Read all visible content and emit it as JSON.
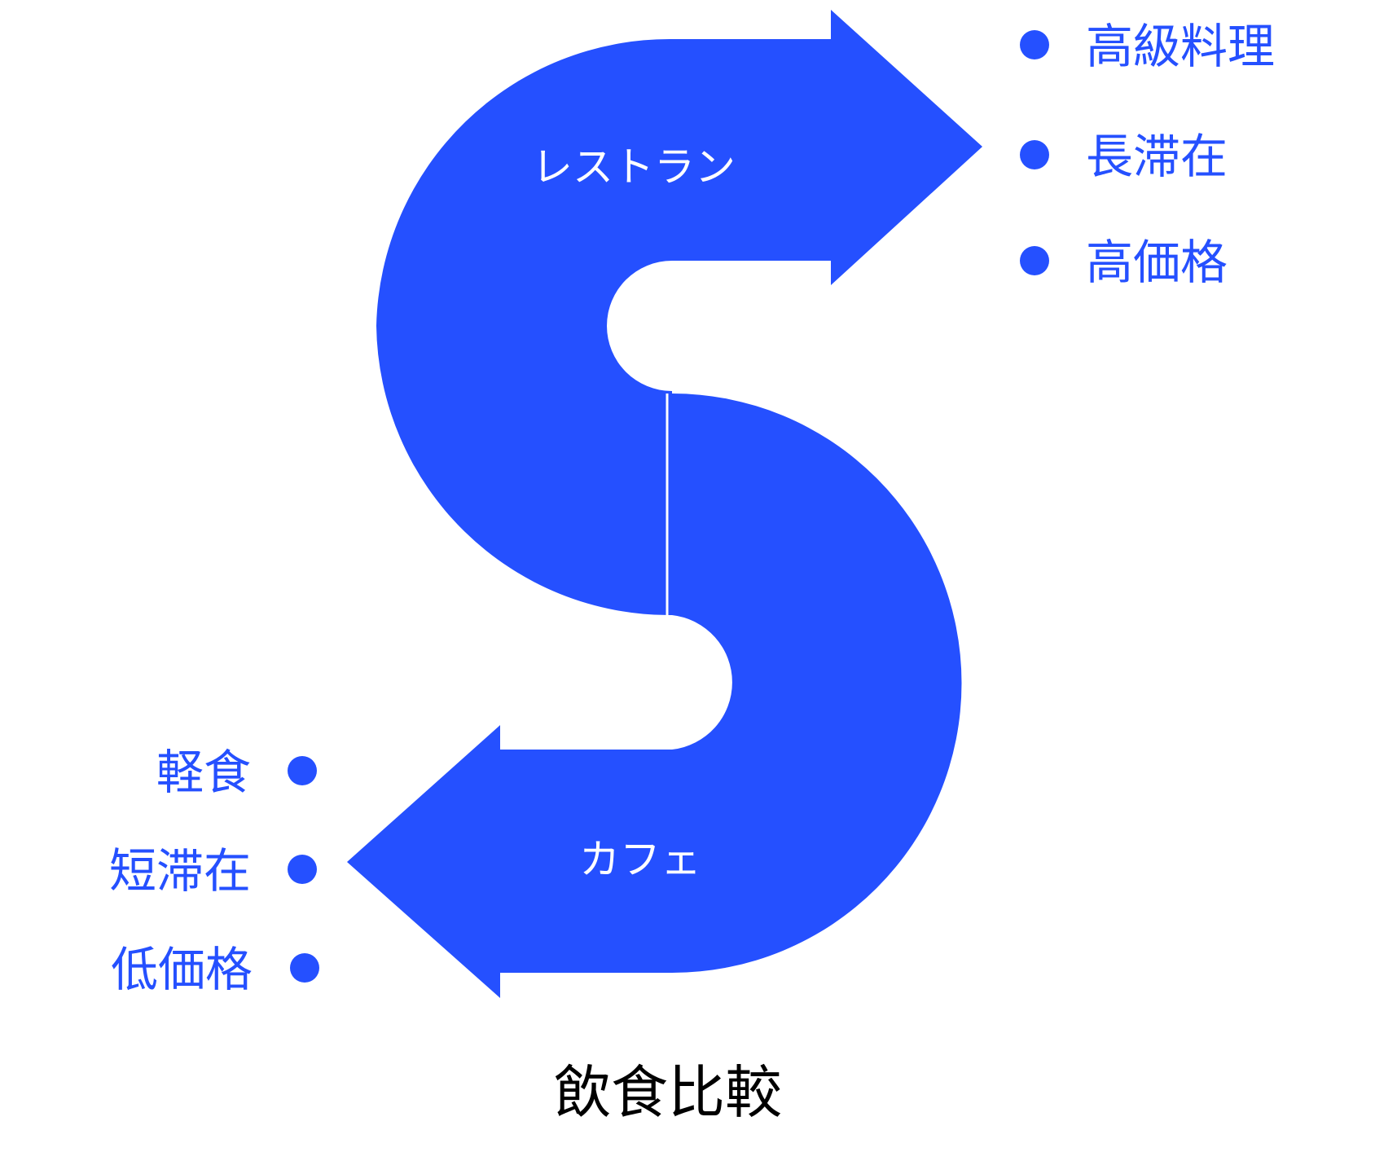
{
  "title": "飲食比較",
  "accent_color": "#2550ff",
  "top_arrow": {
    "label": "レストラン",
    "bullets": [
      "高級料理",
      "長滞在",
      "高価格"
    ]
  },
  "bottom_arrow": {
    "label": "カフェ",
    "bullets": [
      "軽食",
      "短滞在",
      "低価格"
    ]
  }
}
